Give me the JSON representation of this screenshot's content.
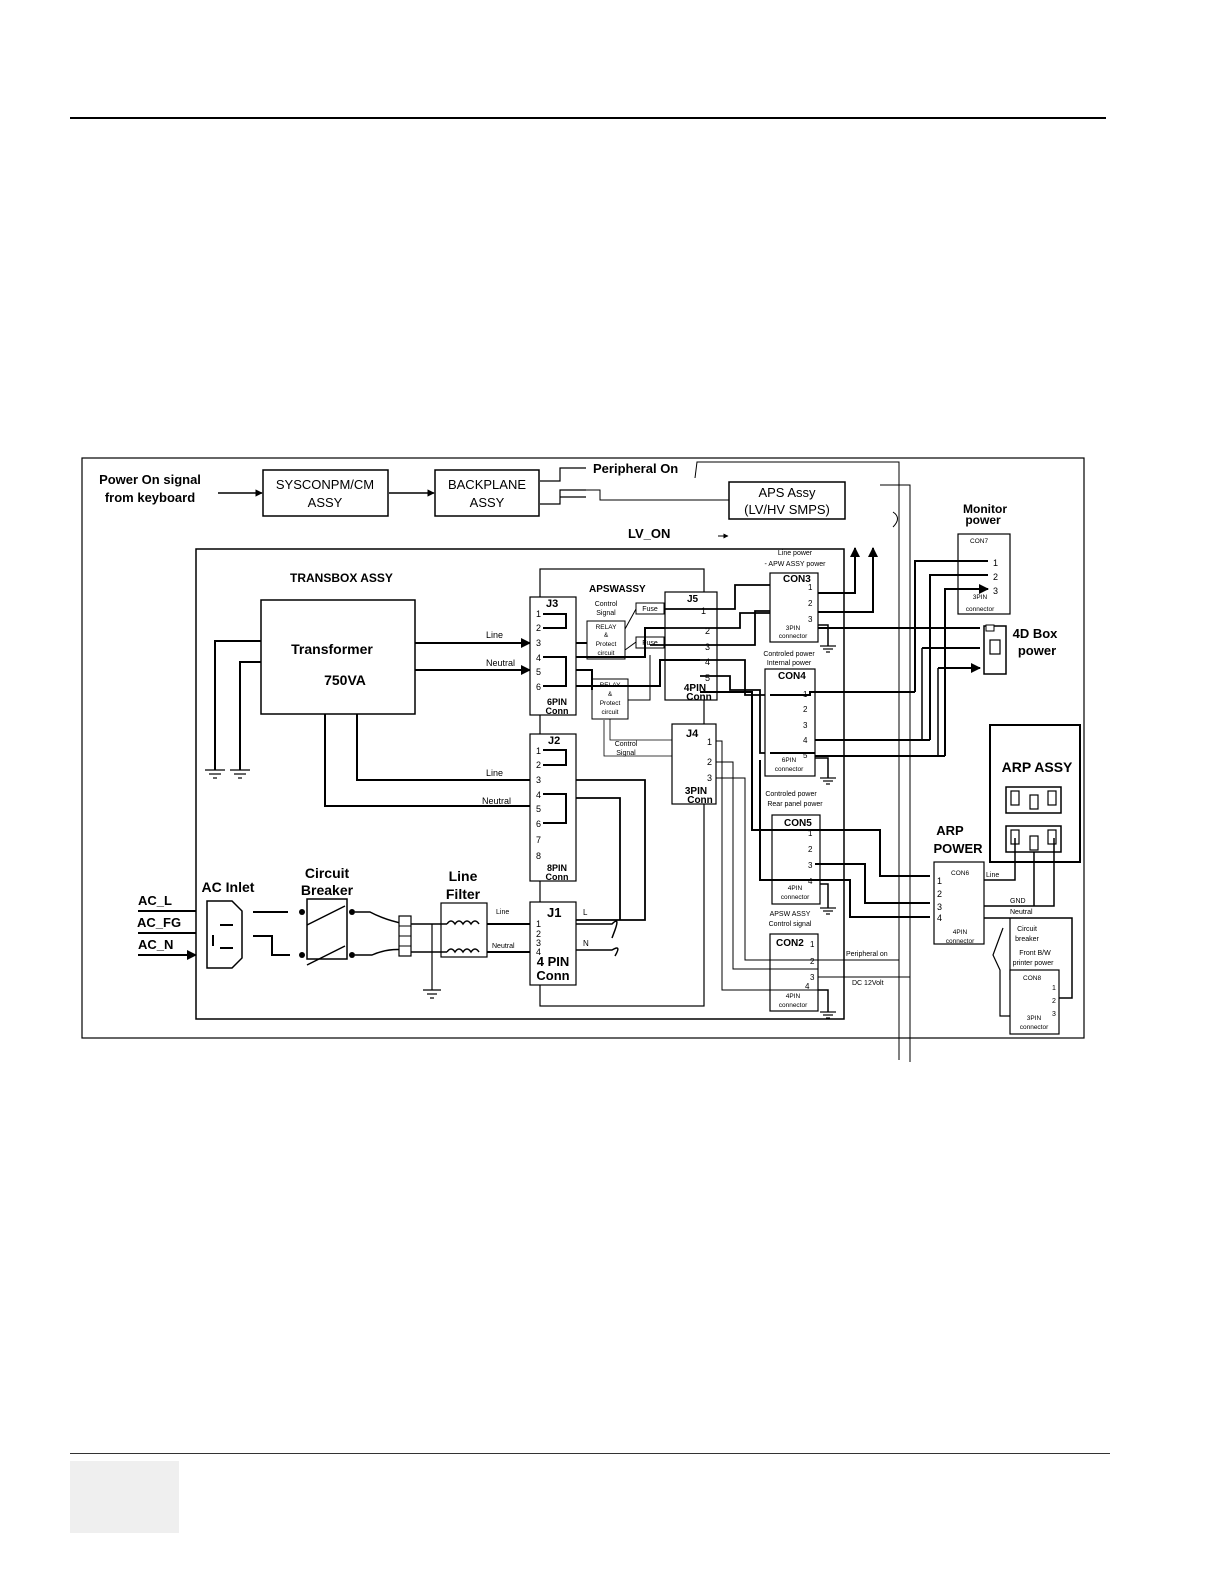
{
  "diagram": {
    "power_on": [
      "Power On signal",
      "from keyboard"
    ],
    "syscon": [
      "SYSCONPM/CM",
      "ASSY"
    ],
    "backplane": [
      "BACKPLANE",
      "ASSY"
    ],
    "peripheral_on": "Peripheral On",
    "aps": [
      "APS Assy",
      "(LV/HV SMPS)"
    ],
    "lv_on": "LV_ON",
    "monitor_power": [
      "Monitor",
      "power"
    ],
    "con7": "CON7",
    "box4d": [
      "4D Box",
      "power"
    ],
    "transbox": "TRANSBOX ASSY",
    "transformer": [
      "Transformer",
      "750VA"
    ],
    "apswassy": "APSWASSY",
    "control_signal": [
      "Control",
      "Signal"
    ],
    "fuse": "Fuse",
    "relay": [
      "RELAY",
      "&",
      "Protect",
      "circuit"
    ],
    "line": "Line",
    "neutral": "Neutral",
    "line_small": "Line",
    "neutral_small": "Neutral",
    "j3": "J3",
    "j2": "J2",
    "j1": "J1",
    "j4": "J4",
    "j5": "J5",
    "conn6": [
      "6PIN",
      "Conn"
    ],
    "conn8": [
      "8PIN",
      "Conn"
    ],
    "conn4j1": [
      "4 PIN",
      "Conn"
    ],
    "conn4j5": [
      "4PIN",
      "Conn"
    ],
    "conn3j4": [
      "3PIN",
      "Conn"
    ],
    "control_signal_lower": [
      "Control",
      "Signal"
    ],
    "line_power": [
      "Line power",
      "- APW ASSY power"
    ],
    "con3": "CON3",
    "pin3_connector": [
      "3PIN",
      "connector"
    ],
    "controlled_internal": [
      "Controled power",
      "Internal power"
    ],
    "con4": "CON4",
    "pin6_connector": [
      "6PIN",
      "connector"
    ],
    "controlled_rear": [
      "Controled power",
      "Rear panel power"
    ],
    "con5": "CON5",
    "pin4_connector": [
      "4PIN",
      "connector"
    ],
    "apsw_control": [
      "APSW ASSY",
      "Control signal"
    ],
    "con2": "CON2",
    "peripheral_on_small": "Peripheral on",
    "dc12": "DC 12Volt",
    "arp_assy": "ARP ASSY",
    "arp_power": [
      "ARP",
      "POWER"
    ],
    "con6": "CON6",
    "gnd": "GND",
    "circuit_breaker_small": [
      "Circuit",
      "breaker"
    ],
    "front_printer": [
      "Front B/W",
      "printer power"
    ],
    "con8": "CON8",
    "ac_l": "AC_L",
    "ac_fg": "AC_FG",
    "ac_n": "AC_N",
    "ac_inlet": "AC Inlet",
    "circuit_breaker": [
      "Circuit",
      "Breaker"
    ],
    "line_filter": [
      "Line",
      "Filter"
    ],
    "l_letter": "L",
    "n_letter": "N"
  }
}
